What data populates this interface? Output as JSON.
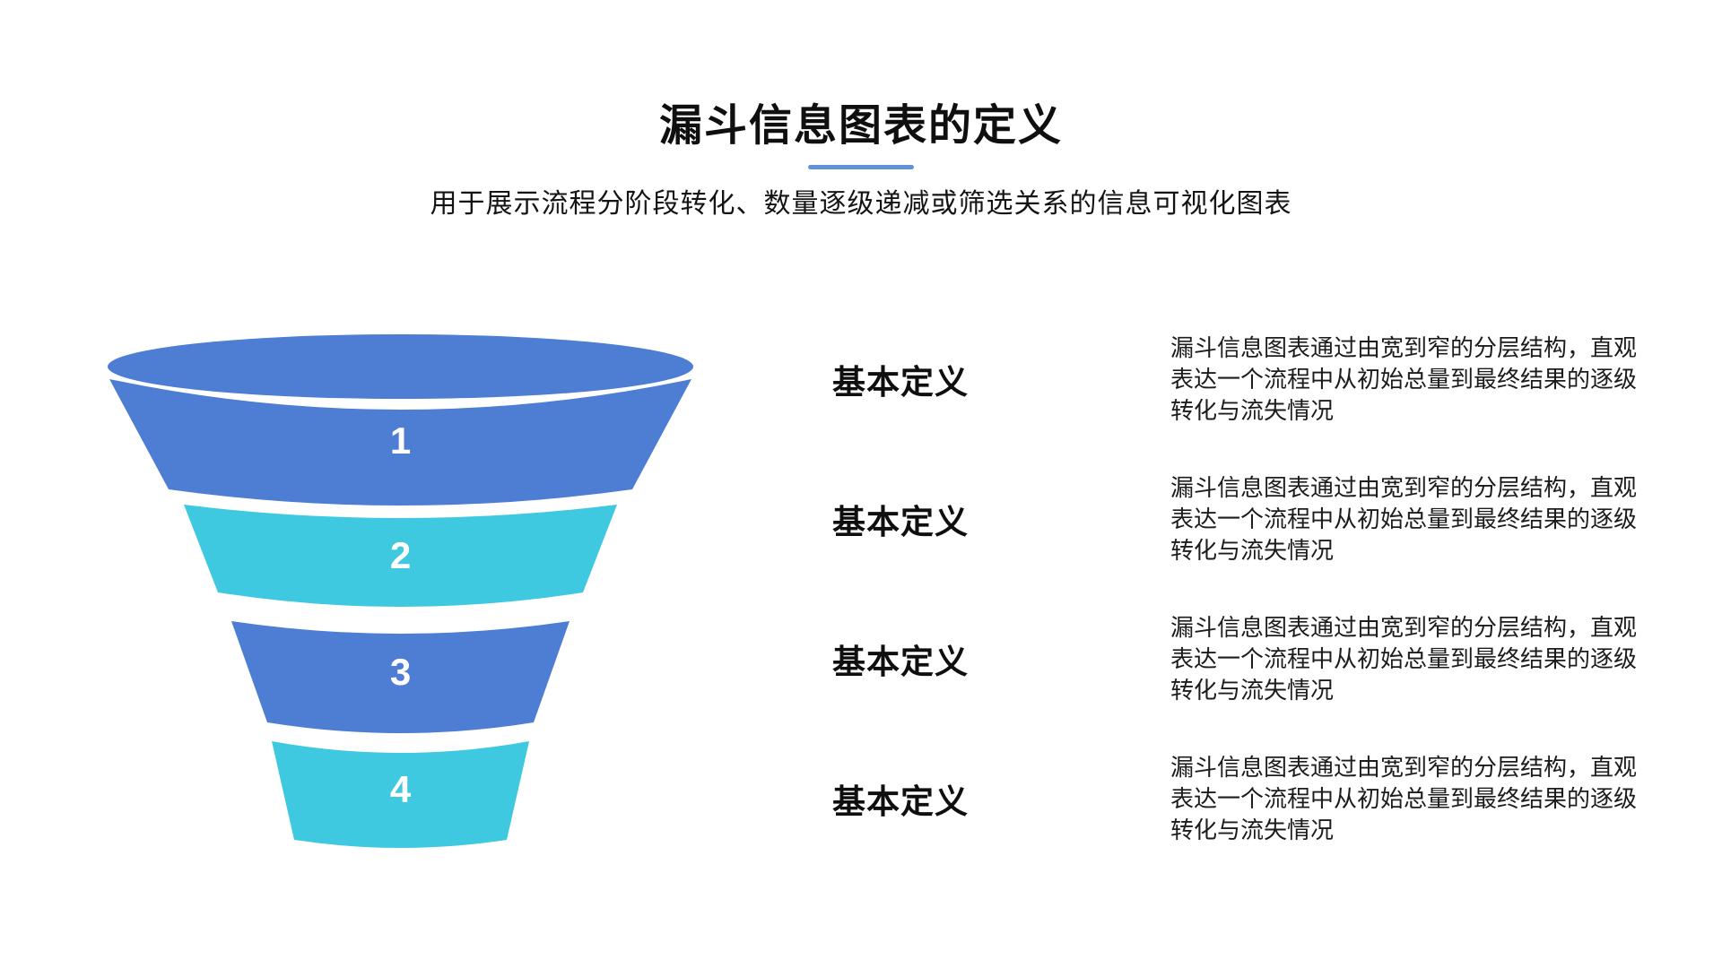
{
  "page": {
    "title": "漏斗信息图表的定义",
    "subtitle": "用于展示流程分阶段转化、数量逐级递减或筛选关系的信息可视化图表",
    "accent_color": "#6191d9",
    "background_color": "#ffffff"
  },
  "funnel": {
    "colors": {
      "blue": "#4d7ed3",
      "cyan": "#3fc9e0",
      "label_text": "#ffffff"
    },
    "levels": [
      {
        "number": "1",
        "color": "#4d7ed3"
      },
      {
        "number": "2",
        "color": "#3fc9e0"
      },
      {
        "number": "3",
        "color": "#4d7ed3"
      },
      {
        "number": "4",
        "color": "#3fc9e0"
      }
    ]
  },
  "definitions": [
    {
      "heading": "基本定义",
      "body": "漏斗信息图表通过由宽到窄的分层结构，直观表达一个流程中从初始总量到最终结果的逐级转化与流失情况"
    },
    {
      "heading": "基本定义",
      "body": "漏斗信息图表通过由宽到窄的分层结构，直观表达一个流程中从初始总量到最终结果的逐级转化与流失情况"
    },
    {
      "heading": "基本定义",
      "body": "漏斗信息图表通过由宽到窄的分层结构，直观表达一个流程中从初始总量到最终结果的逐级转化与流失情况"
    },
    {
      "heading": "基本定义",
      "body": "漏斗信息图表通过由宽到窄的分层结构，直观表达一个流程中从初始总量到最终结果的逐级转化与流失情况"
    }
  ]
}
